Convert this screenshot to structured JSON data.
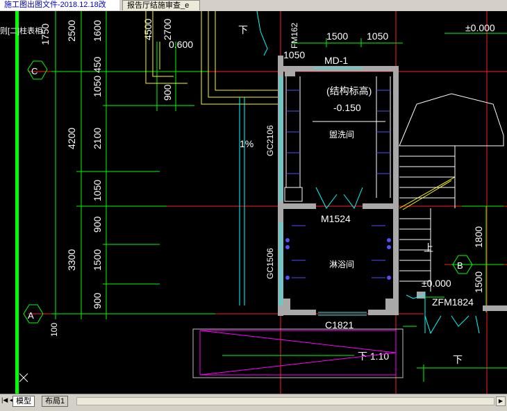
{
  "tabs": [
    {
      "label": "施工图出图文件-2018.12.18改"
    },
    {
      "label": "报告厅结施审查_e"
    }
  ],
  "canvas": {
    "layer_label": "则[二]柱表相",
    "dims_left": [
      "1750",
      "2500",
      "1600",
      "450",
      "1050",
      "4200",
      "2100",
      "1050",
      "900",
      "3300",
      "1500",
      "900",
      "100"
    ],
    "dims_top": [
      "4500",
      "2700",
      "1500",
      "1050",
      "1050"
    ],
    "elev_top_left": "0.600",
    "elev_top_right": "±0.000",
    "door_labels": {
      "fm": "FM162",
      "md": "MD-1",
      "m": "M1524",
      "zfm": "ZFM1824"
    },
    "window_labels": {
      "gc1": "GC2106",
      "gc2": "GC1506",
      "c": "C1821"
    },
    "room_wash": "盥洗间",
    "room_shower": "淋浴间",
    "struct_note_1": "(结构标高)",
    "struct_note_2": "-0.150",
    "slope_text": "1%",
    "ramp_text": "下 1:10",
    "down_text": "下",
    "up_text": "上",
    "elev_mid": "±0.000",
    "axis_c": "C",
    "axis_a": "A",
    "axis_b": "B",
    "dim_right_1": "1800",
    "dim_right_2": "1500",
    "dim_900": "900"
  },
  "bottom": {
    "model_tab": "模型",
    "layout_tab": "布局1"
  },
  "colors": {
    "wall": "#a8a8a8",
    "axis_red": "#ff2020",
    "dim_green": "#00ff00",
    "text_white": "#ffffff",
    "cyan": "#00ffff",
    "magenta": "#ff00ff",
    "blue": "#5050ff",
    "yellow": "#ffff00"
  }
}
